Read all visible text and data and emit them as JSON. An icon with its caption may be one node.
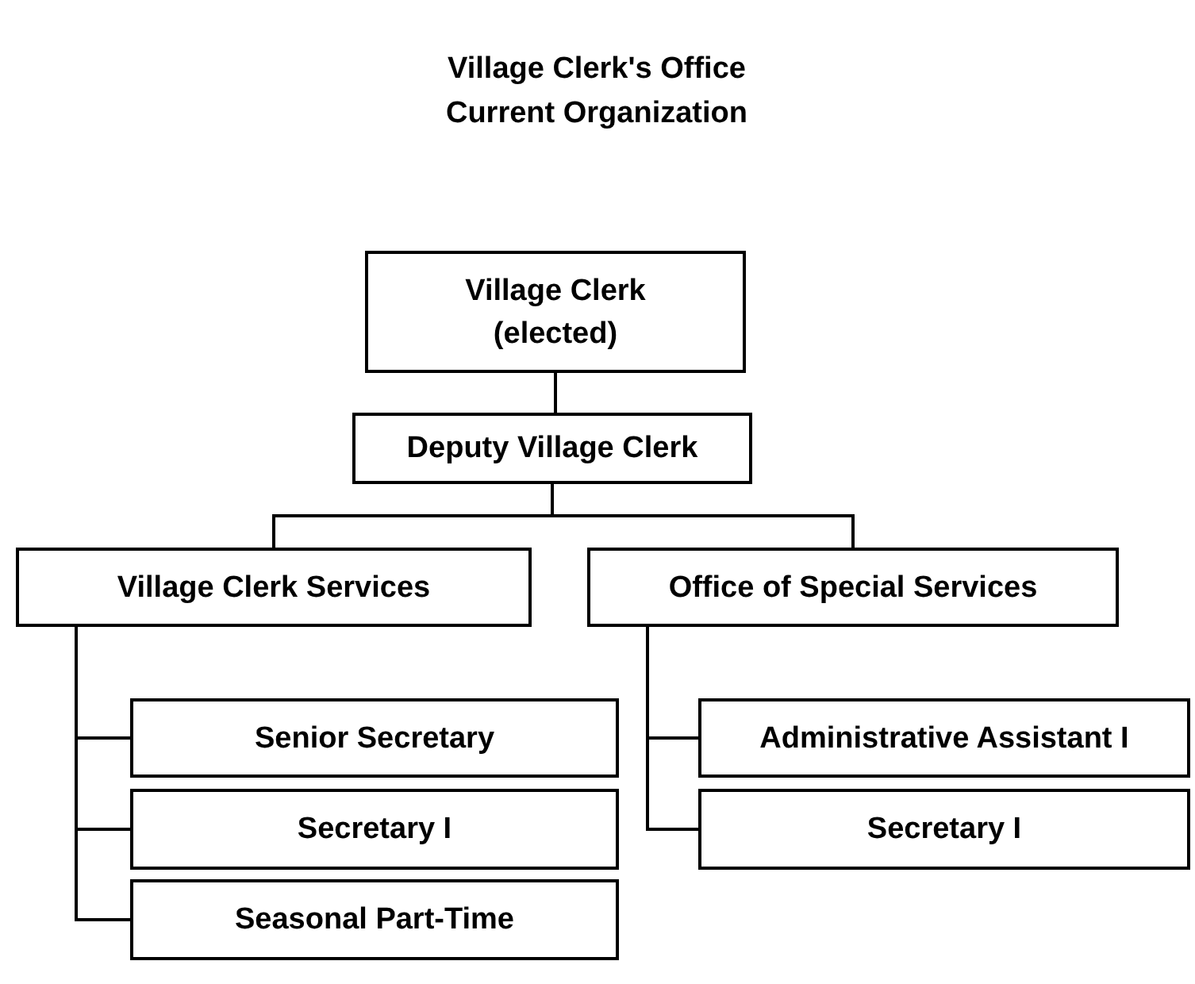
{
  "diagram": {
    "title": "Village Clerk's Office Current Organization",
    "nodes": [
      {
        "text": [
          "Village Clerk",
          "(elected)"
        ]
      },
      {
        "text": [
          "Deputy Village Clerk"
        ]
      },
      {
        "text": [
          "Village Clerk Services"
        ]
      },
      {
        "text": [
          "Office of Special Services"
        ]
      },
      {
        "text": [
          "Senior Secretary"
        ]
      },
      {
        "text": [
          "Secretary I"
        ]
      },
      {
        "text": [
          "Seasonal Part-Time"
        ]
      },
      {
        "text": [
          "Administrative Assistant I"
        ]
      },
      {
        "text": [
          "Secretary I"
        ]
      }
    ],
    "edges": [
      {
        "from": 0,
        "to": 1,
        "arrow": "none"
      },
      {
        "from": 1,
        "to": 2,
        "arrow": "none"
      },
      {
        "from": 1,
        "to": 3,
        "arrow": "none"
      },
      {
        "from": 2,
        "to": 4,
        "arrow": "none"
      },
      {
        "from": 2,
        "to": 5,
        "arrow": "none"
      },
      {
        "from": 2,
        "to": 6,
        "arrow": "none"
      },
      {
        "from": 3,
        "to": 7,
        "arrow": "none"
      },
      {
        "from": 3,
        "to": 8,
        "arrow": "none"
      }
    ]
  }
}
